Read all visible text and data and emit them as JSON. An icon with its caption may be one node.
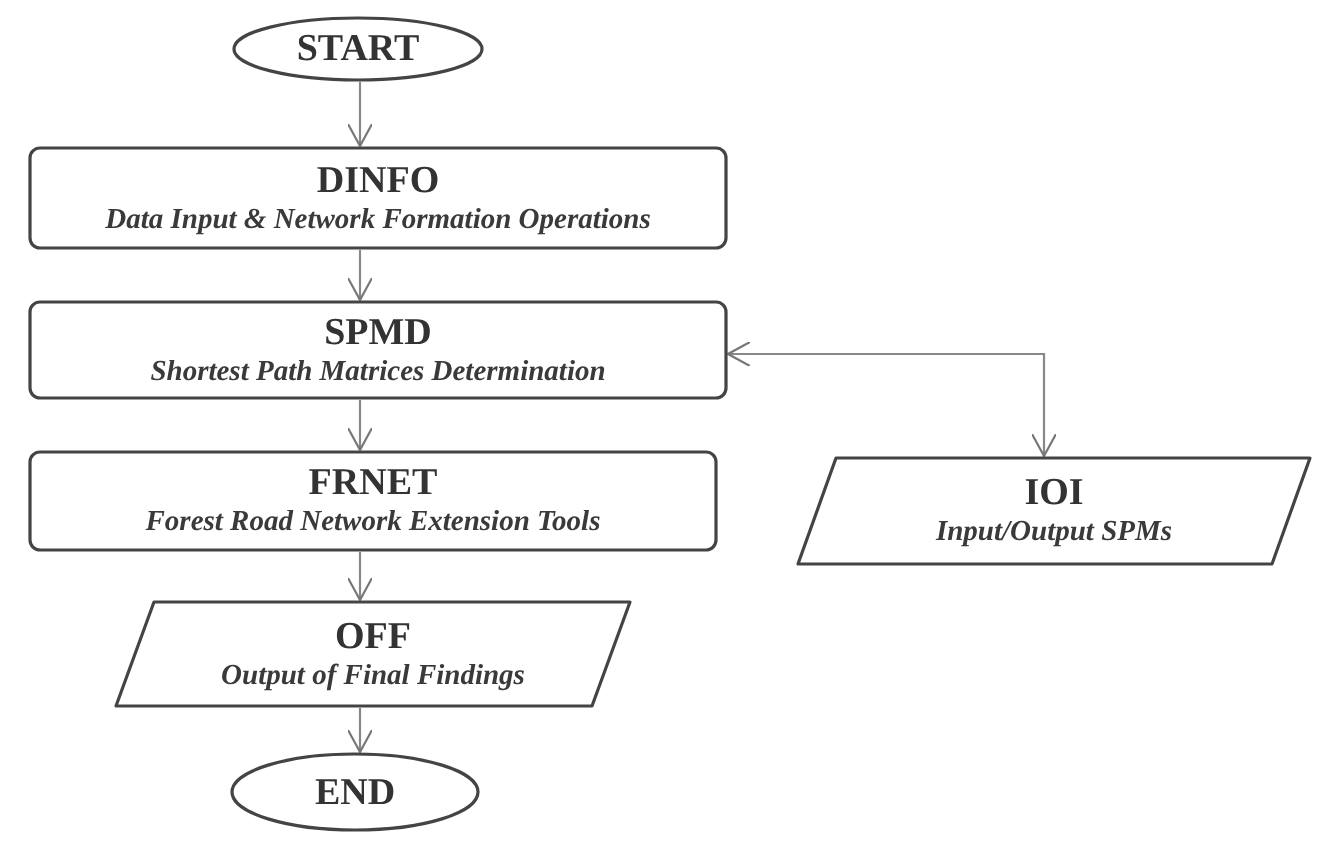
{
  "diagram": {
    "nodes": [
      {
        "text": [
          "START"
        ]
      },
      {
        "text": [
          "DINFO",
          "Data Input & Network Formation Operations"
        ]
      },
      {
        "text": [
          "SPMD",
          "Shortest Path Matrices Determination"
        ]
      },
      {
        "text": [
          "FRNET",
          "Forest Road Network Extension Tools"
        ]
      },
      {
        "text": [
          "IOI",
          "Input/Output SPMs"
        ]
      },
      {
        "text": [
          "OFF",
          "Output of Final Findings"
        ]
      },
      {
        "text": [
          "END"
        ]
      }
    ],
    "edges": [
      {
        "from": 0,
        "to": 1,
        "arrow": "to"
      },
      {
        "from": 1,
        "to": 2,
        "arrow": "to"
      },
      {
        "from": 2,
        "to": 3,
        "arrow": "to"
      },
      {
        "from": 2,
        "to": 4,
        "arrow": "both"
      },
      {
        "from": 3,
        "to": 5,
        "arrow": "to"
      },
      {
        "from": 5,
        "to": 6,
        "arrow": "to"
      }
    ]
  }
}
